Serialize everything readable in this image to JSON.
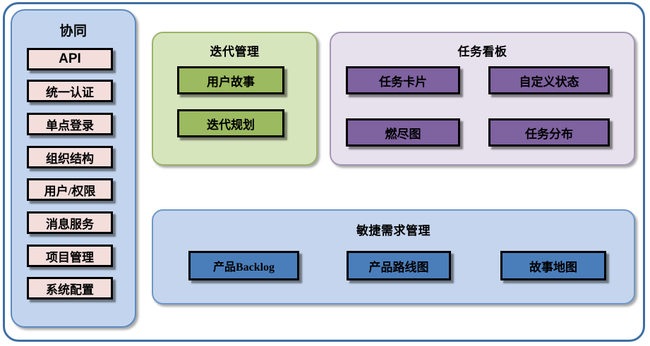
{
  "diagram": {
    "title": "",
    "colors": {
      "frame_border": "#3c6ea5",
      "sidebar_panel_bg": "#c3d5ee",
      "sidebar_panel_border": "#5c8ac0",
      "sidebar_item_bg": "#f3dedc",
      "iteration_panel_bg": "#d7e5bd",
      "iteration_panel_border": "#9bb36b",
      "iteration_item_bg": "#9cba5f",
      "taskboard_panel_bg": "#e7e1ed",
      "taskboard_panel_border": "#a496b5",
      "taskboard_item_bg": "#7f62a0",
      "agile_panel_bg": "#c5d5ed",
      "agile_panel_border": "#6f97c6",
      "agile_item_bg": "#4a7ebb",
      "item_border": "#000000"
    }
  },
  "sidebar": {
    "title": "协同",
    "items": [
      {
        "label": "API"
      },
      {
        "label": "统一认证"
      },
      {
        "label": "单点登录"
      },
      {
        "label": "组织结构"
      },
      {
        "label": "用户/权限"
      },
      {
        "label": "消息服务"
      },
      {
        "label": "项目管理"
      },
      {
        "label": "系统配置"
      }
    ]
  },
  "iteration": {
    "title": "迭代管理",
    "items": [
      {
        "label": "用户故事"
      },
      {
        "label": "迭代规划"
      }
    ]
  },
  "taskboard": {
    "title": "任务看板",
    "items": [
      {
        "label": "任务卡片"
      },
      {
        "label": "自定义状态"
      },
      {
        "label": "燃尽图"
      },
      {
        "label": "任务分布"
      }
    ]
  },
  "agile": {
    "title": "敏捷需求管理",
    "items": [
      {
        "label": "产品Backlog"
      },
      {
        "label": "产品路线图"
      },
      {
        "label": "故事地图"
      }
    ]
  }
}
